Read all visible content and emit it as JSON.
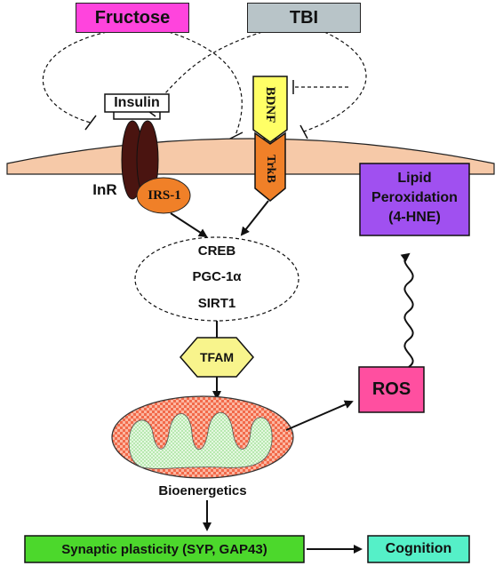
{
  "nodes": {
    "fructose": "Fructose",
    "tbi": "TBI",
    "insulin": "Insulin",
    "bdnf": "BDNF",
    "trkb": "TrkB",
    "inr": "InR",
    "irs1": "IRS-1",
    "lipid_peroxidation": [
      "Lipid",
      "Peroxidation",
      "(4-HNE)"
    ],
    "transcription": [
      "CREB",
      "PGC-1α",
      "SIRT1"
    ],
    "tfam": "TFAM",
    "ros": "ROS",
    "bioenergetics": "Bioenergetics",
    "synaptic_plasticity": "Synaptic plasticity (SYP, GAP43)",
    "cognition": "Cognition"
  },
  "colors": {
    "fructose": "#ff44dd",
    "tbi": "#b8c4c8",
    "membrane": "#f6c9a8",
    "insulin_receptor": "#4a1410",
    "irs1": "#f08028",
    "bdnf": "#ffff66",
    "trkb": "#f08028",
    "lipid_peroxidation": "#a050f0",
    "tfam": "#f8f48c",
    "ros": "#ff4fa0",
    "mitochondrion": "#f26a4a",
    "synaptic_plasticity": "#4cd82c",
    "cognition": "#55f0c8"
  }
}
